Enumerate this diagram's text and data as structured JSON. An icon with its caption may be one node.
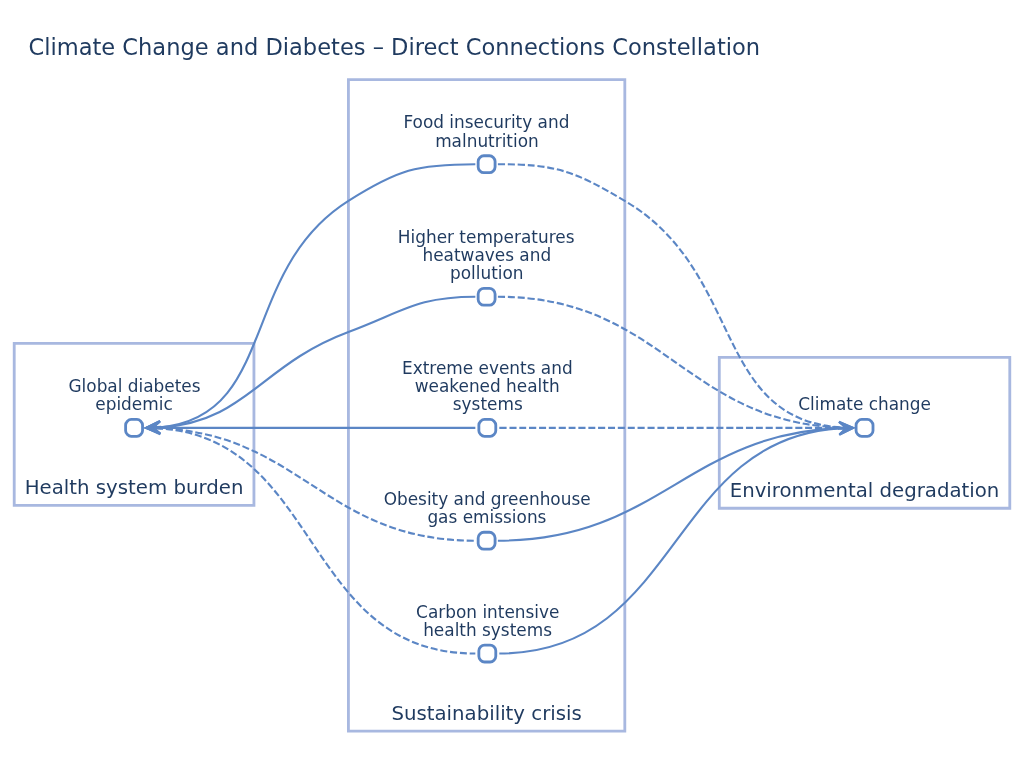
{
  "diagram": {
    "title": "Climate Change and Diabetes – Direct Connections Constellation",
    "nodes": [
      {
        "text": [
          "Health system burden"
        ]
      },
      {
        "text": [
          "Global diabetes epidemic"
        ],
        "in": 0
      },
      {
        "text": [
          "Sustainability crisis"
        ]
      },
      {
        "text": [
          "Food insecurity and malnutrition"
        ],
        "in": 2
      },
      {
        "text": [
          "Higher temperatures heatwaves and pollution"
        ],
        "in": 2
      },
      {
        "text": [
          "Extreme events and weakened health systems"
        ],
        "in": 2
      },
      {
        "text": [
          "Obesity and greenhouse gas emissions"
        ],
        "in": 2
      },
      {
        "text": [
          "Carbon intensive health systems"
        ],
        "in": 2
      },
      {
        "text": [
          "Environmental degradation"
        ]
      },
      {
        "text": [
          "Climate change"
        ],
        "in": 8
      }
    ],
    "edges": [
      {
        "from": 3,
        "to": 1,
        "arrow": "to"
      },
      {
        "from": 4,
        "to": 1,
        "arrow": "to"
      },
      {
        "from": 5,
        "to": 1,
        "arrow": "to"
      },
      {
        "from": 9,
        "to": 3,
        "arrow": "none",
        "style": "dashed"
      },
      {
        "from": 9,
        "to": 4,
        "arrow": "none",
        "style": "dashed"
      },
      {
        "from": 9,
        "to": 5,
        "arrow": "none",
        "style": "dashed"
      },
      {
        "from": 1,
        "to": 6,
        "arrow": "none",
        "style": "dashed"
      },
      {
        "from": 1,
        "to": 7,
        "arrow": "none",
        "style": "dashed"
      },
      {
        "from": 6,
        "to": 9,
        "arrow": "to"
      },
      {
        "from": 7,
        "to": 9,
        "arrow": "to"
      }
    ]
  }
}
